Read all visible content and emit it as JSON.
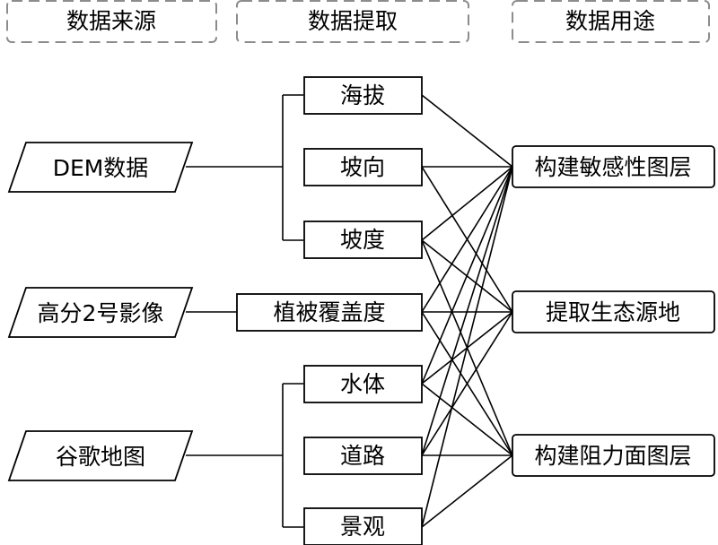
{
  "headers": {
    "source": "数据来源",
    "extract": "数据提取",
    "usage": "数据用途"
  },
  "sources": {
    "dem": "DEM数据",
    "gf2": "高分2号影像",
    "google": "谷歌地图"
  },
  "extracts": {
    "elevation": "海拔",
    "aspect": "坡向",
    "slope": "坡度",
    "vegetation": "植被覆盖度",
    "water": "水体",
    "road": "道路",
    "landscape": "景观"
  },
  "uses": {
    "sensitivity": "构建敏感性图层",
    "eco_source": "提取生态源地",
    "resistance": "构建阻力面图层"
  }
}
